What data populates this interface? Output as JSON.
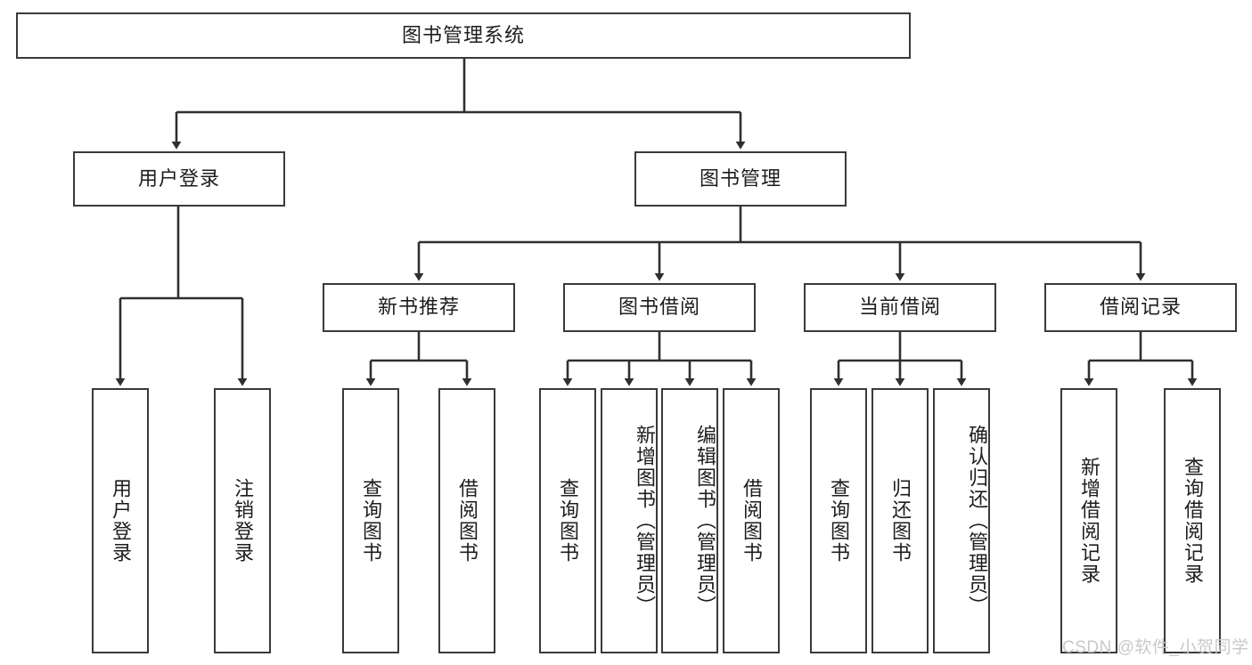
{
  "diagram": {
    "type": "tree-hierarchy",
    "title": "图书管理系统",
    "orientation": "top-down",
    "colors": {
      "box_border": "#3a3a3a",
      "box_fill": "#ffffff",
      "edge": "#2f2f2f",
      "text": "#1d1d1d",
      "watermark": "#c9c9c9",
      "background": "#ffffff"
    },
    "root": {
      "label": "图书管理系统"
    },
    "level2": [
      {
        "label": "用户登录"
      },
      {
        "label": "图书管理"
      }
    ],
    "level3": [
      {
        "label": "新书推荐"
      },
      {
        "label": "图书借阅"
      },
      {
        "label": "当前借阅"
      },
      {
        "label": "借阅记录"
      }
    ],
    "leaves": {
      "user_login": [
        {
          "label": "用户登录"
        },
        {
          "label": "注销登录"
        }
      ],
      "new_book_recommend": [
        {
          "label": "查询图书"
        },
        {
          "label": "借阅图书"
        }
      ],
      "book_borrow": [
        {
          "label": "查询图书"
        },
        {
          "label": "新增图书（管理员）"
        },
        {
          "label": "编辑图书（管理员）"
        },
        {
          "label": "借阅图书"
        }
      ],
      "current_borrow": [
        {
          "label": "查询图书"
        },
        {
          "label": "归还图书"
        },
        {
          "label": "确认归还（管理员）"
        }
      ],
      "borrow_record": [
        {
          "label": "新增借阅记录"
        },
        {
          "label": "查询借阅记录"
        }
      ]
    }
  },
  "watermark": {
    "text": "CSDN @软件_小贺同学"
  }
}
